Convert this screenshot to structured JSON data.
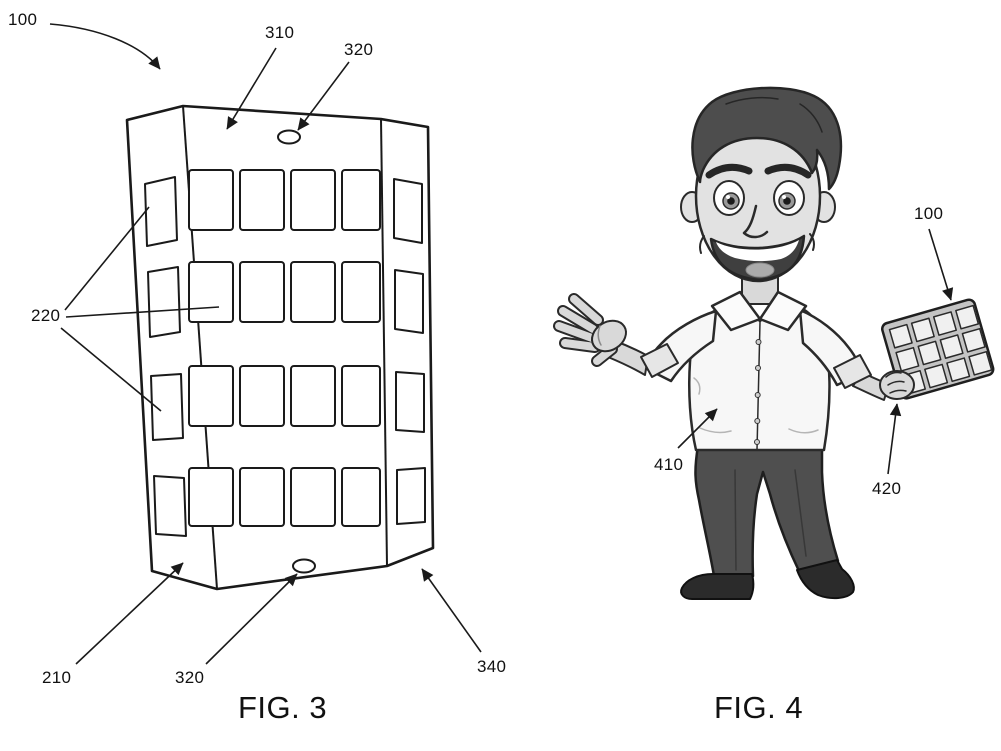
{
  "style": {
    "ink": "#1a1a1a",
    "paper": "#ffffff"
  },
  "fig3": {
    "caption": "FIG. 3",
    "labels": {
      "ref100": "100",
      "ref310": "310",
      "ref320_top": "320",
      "ref220": "220",
      "ref210": "210",
      "ref320_bottom": "320",
      "ref340": "340"
    }
  },
  "fig4": {
    "caption": "FIG. 4",
    "labels": {
      "ref100": "100",
      "ref410": "410",
      "ref420": "420"
    }
  }
}
